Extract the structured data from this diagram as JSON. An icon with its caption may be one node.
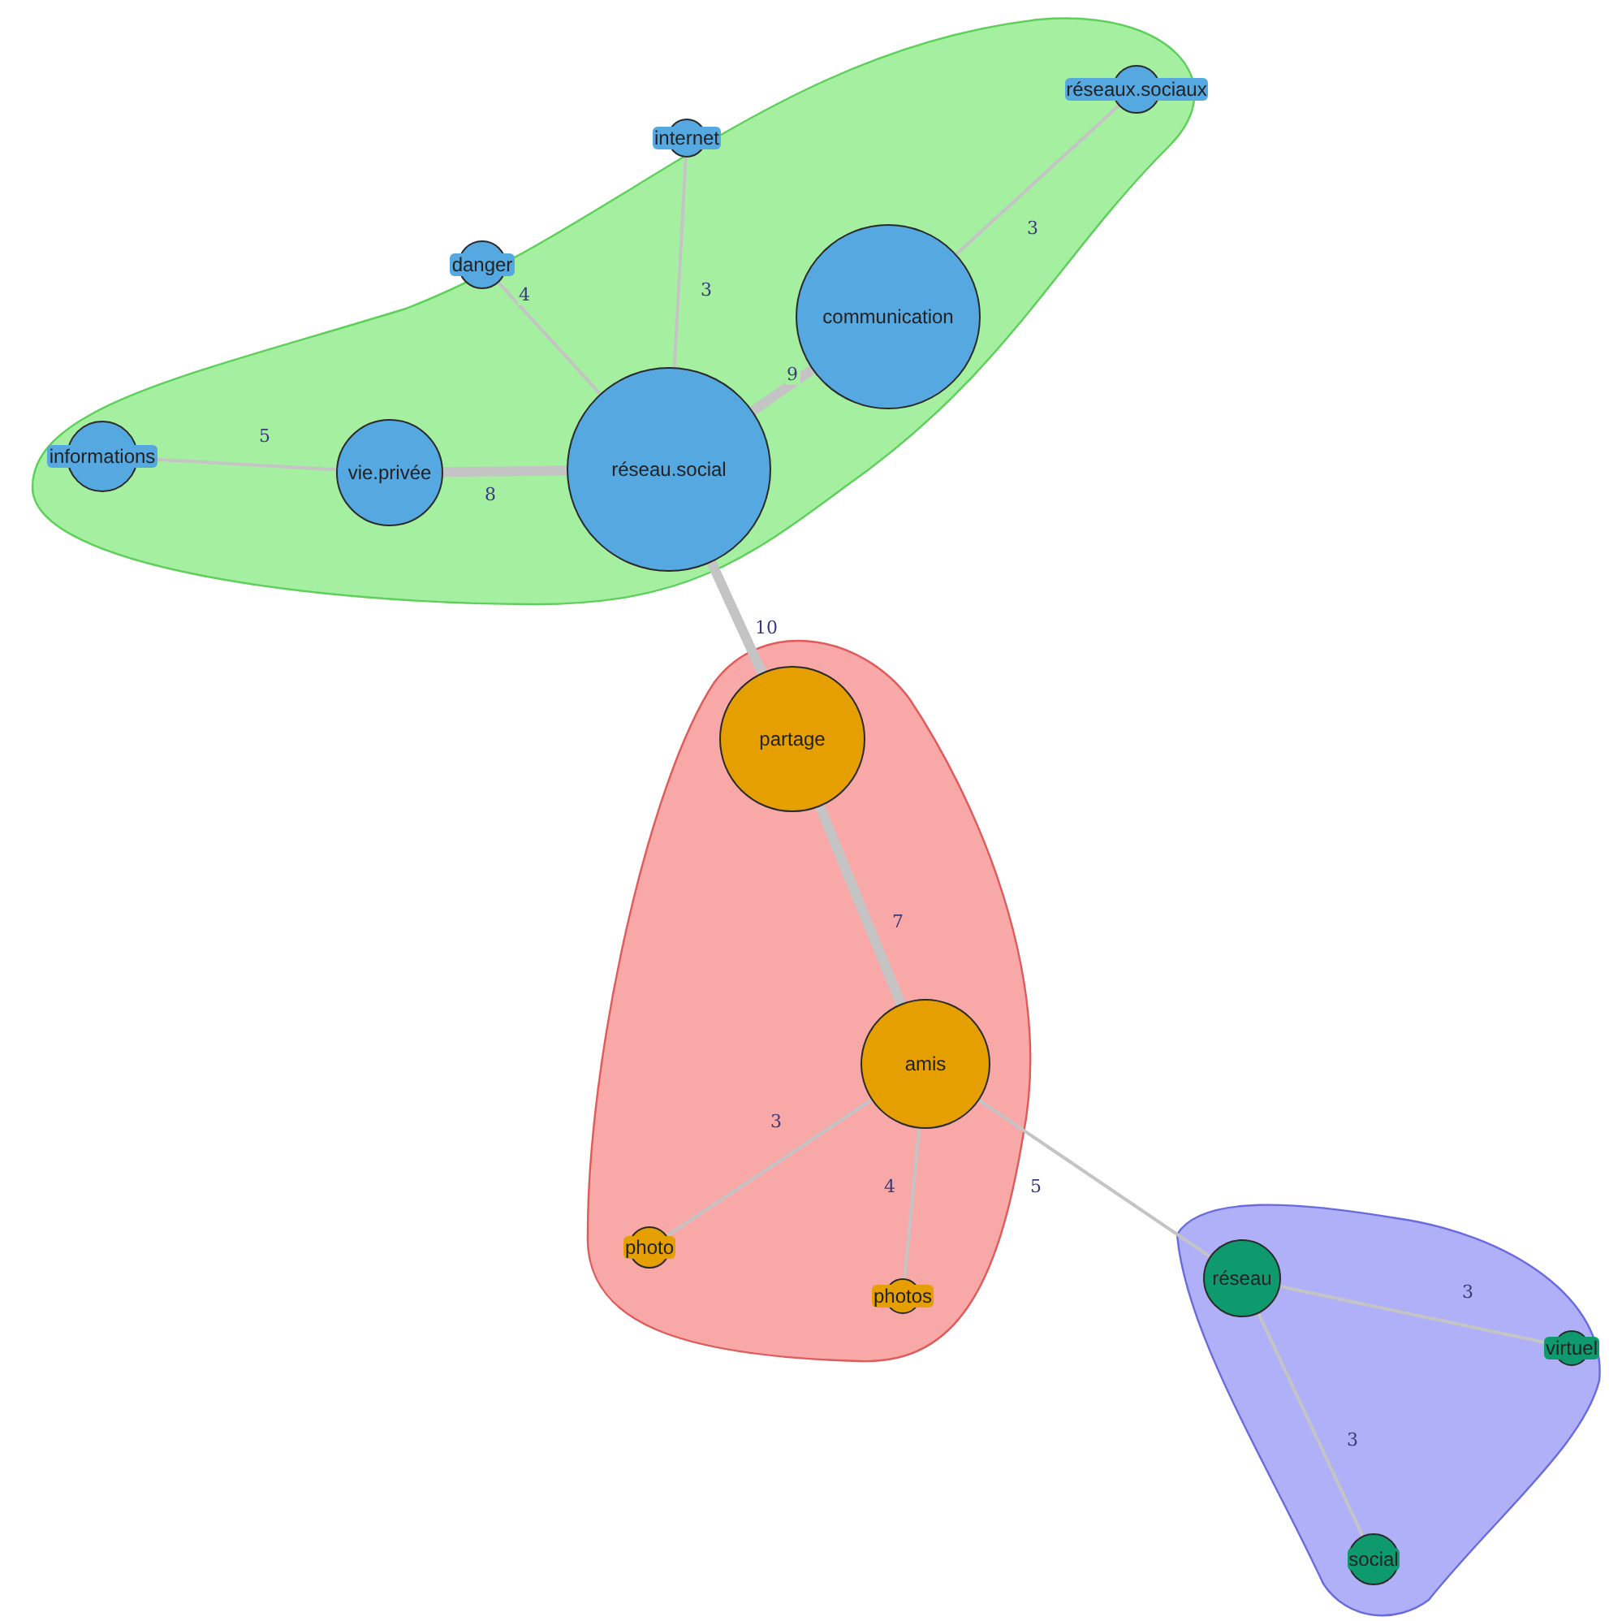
{
  "diagram": {
    "nodes": [
      {
        "text": [],
        "shape": "region"
      },
      {
        "text": [
          "réseaux.sociaux"
        ],
        "in": 0
      },
      {
        "text": [
          "internet"
        ],
        "in": 0
      },
      {
        "text": [
          "danger"
        ],
        "in": 0
      },
      {
        "text": [
          "communication"
        ],
        "in": 0
      },
      {
        "text": [
          "informations"
        ],
        "in": 0
      },
      {
        "text": [
          "vie.privée"
        ],
        "in": 0
      },
      {
        "text": [
          "réseau.social"
        ],
        "in": 0
      },
      {
        "text": [],
        "shape": "region"
      },
      {
        "text": [
          "partage"
        ],
        "in": 8
      },
      {
        "text": [
          "amis"
        ],
        "in": 8
      },
      {
        "text": [
          "photo"
        ],
        "in": 8
      },
      {
        "text": [
          "photos"
        ],
        "in": 8
      },
      {
        "text": [],
        "shape": "region"
      },
      {
        "text": [
          "réseau"
        ],
        "in": 13
      },
      {
        "text": [
          "virtuel"
        ],
        "in": 13
      },
      {
        "text": [
          "social"
        ],
        "in": 13
      }
    ],
    "edges": [
      {
        "from": 7,
        "to": 4,
        "arrow": "none",
        "label": "9",
        "style": "thick"
      },
      {
        "from": 7,
        "to": 3,
        "arrow": "none",
        "label": "4"
      },
      {
        "from": 7,
        "to": 2,
        "arrow": "none",
        "label": "3"
      },
      {
        "from": 4,
        "to": 1,
        "arrow": "none",
        "label": "3"
      },
      {
        "from": 7,
        "to": 6,
        "arrow": "none",
        "label": "8",
        "style": "thick"
      },
      {
        "from": 6,
        "to": 5,
        "arrow": "none",
        "label": "5"
      },
      {
        "from": 7,
        "to": 9,
        "arrow": "none",
        "label": "10",
        "style": "thick"
      },
      {
        "from": 9,
        "to": 10,
        "arrow": "none",
        "label": "7",
        "style": "thick"
      },
      {
        "from": 10,
        "to": 11,
        "arrow": "none",
        "label": "3"
      },
      {
        "from": 10,
        "to": 12,
        "arrow": "none",
        "label": "4"
      },
      {
        "from": 10,
        "to": 14,
        "arrow": "none",
        "label": "5"
      },
      {
        "from": 14,
        "to": 15,
        "arrow": "none",
        "label": "3"
      },
      {
        "from": 14,
        "to": 16,
        "arrow": "none",
        "label": "3"
      }
    ]
  }
}
